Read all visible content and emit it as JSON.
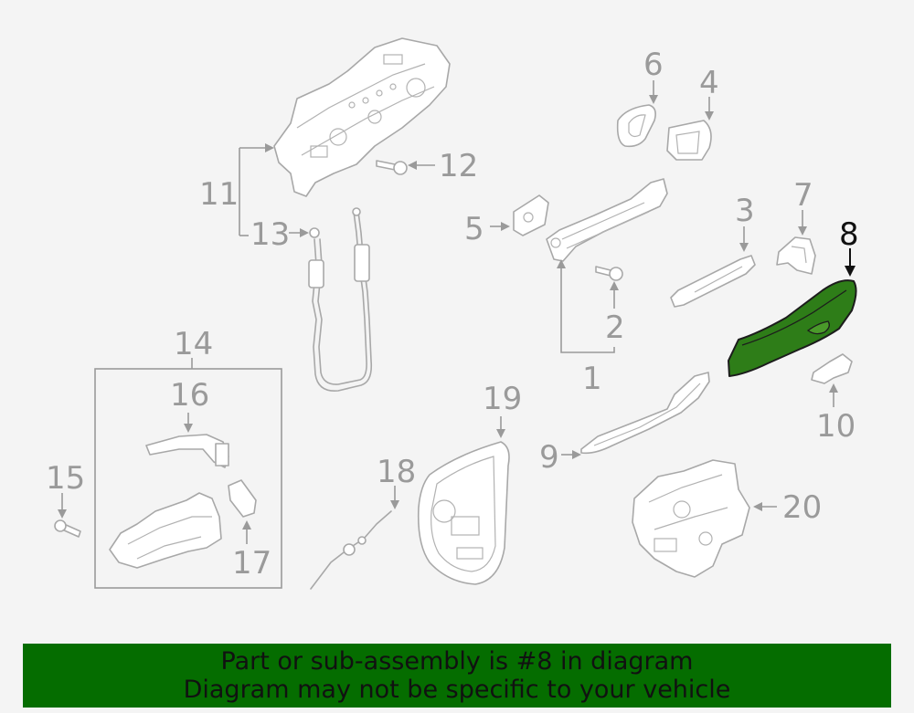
{
  "callouts": {
    "c1": "1",
    "c2": "2",
    "c3": "3",
    "c4": "4",
    "c5": "5",
    "c6": "6",
    "c7": "7",
    "c8": "8",
    "c9": "9",
    "c10": "10",
    "c11": "11",
    "c12": "12",
    "c13": "13",
    "c14": "14",
    "c15": "15",
    "c16": "16",
    "c17": "17",
    "c18": "18",
    "c19": "19",
    "c20": "20"
  },
  "highlighted_part": "8",
  "colors": {
    "highlight_fill": "#2e7d18",
    "banner_background": "#056d00",
    "line_art": "#a8a8a8",
    "callout_text": "#9a9a9a"
  },
  "banner": {
    "line1": "Part or sub-assembly is #8 in diagram",
    "line2": "Diagram may not be specific to your vehicle"
  }
}
